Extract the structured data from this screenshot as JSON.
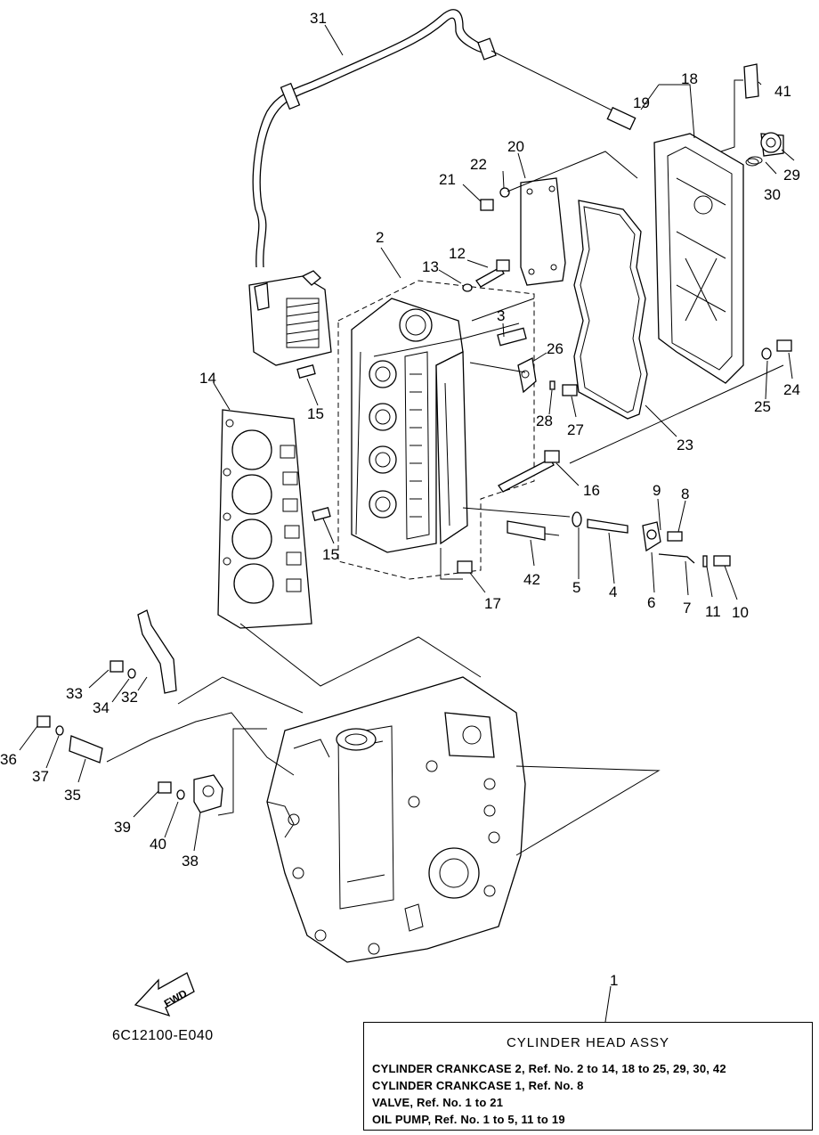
{
  "diagram_code": "6C12100-E040",
  "fwd_label": "FWD",
  "legend": {
    "callout": "1",
    "title": "CYLINDER  HEAD ASSY",
    "lines": [
      "CYLINDER CRANKCASE 2,  Ref. No. 2 to 14, 18 to 25, 29, 30, 42",
      "CYLINDER CRANKCASE 1,  Ref. No. 8",
      "VALVE,  Ref. No. 1 to 21",
      "OIL PUMP,  Ref. No. 1 to 5, 11 to 19"
    ]
  },
  "callouts": [
    "1",
    "2",
    "3",
    "4",
    "5",
    "6",
    "7",
    "8",
    "9",
    "10",
    "11",
    "12",
    "13",
    "14",
    "15",
    "15",
    "16",
    "17",
    "18",
    "19",
    "20",
    "21",
    "22",
    "23",
    "24",
    "25",
    "26",
    "27",
    "28",
    "29",
    "30",
    "31",
    "32",
    "33",
    "34",
    "35",
    "36",
    "37",
    "38",
    "39",
    "40",
    "41",
    "42"
  ]
}
